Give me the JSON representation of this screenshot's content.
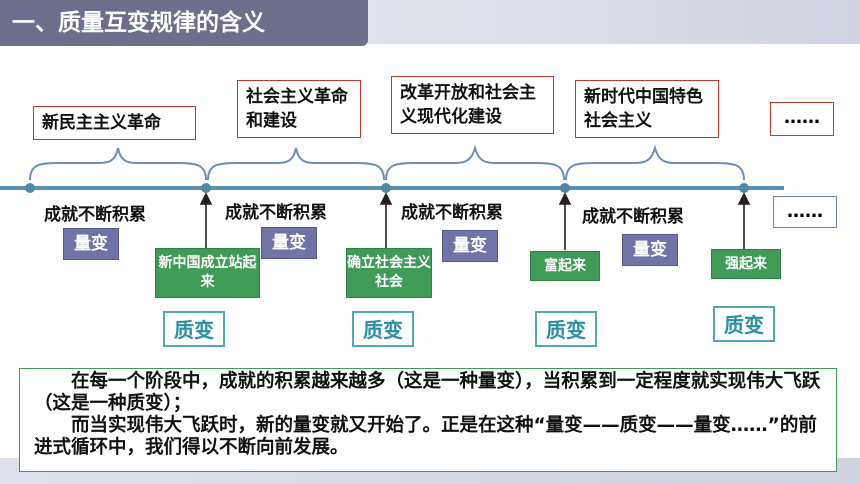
{
  "header": {
    "title": "一、质量互变规律的含义"
  },
  "stages": [
    {
      "text": "新民主主义革命"
    },
    {
      "text": "社会主义革命和建设"
    },
    {
      "text": "改革开放和社会主义现代化建设"
    },
    {
      "text": "新时代中国特色社会主义"
    },
    {
      "text": "……"
    }
  ],
  "accumulation": [
    {
      "text": "成就不断积累"
    },
    {
      "text": "成就不断积累"
    },
    {
      "text": "成就不断积累"
    },
    {
      "text": "成就不断积累"
    }
  ],
  "quantitative": [
    {
      "text": "量变"
    },
    {
      "text": "量变"
    },
    {
      "text": "量变"
    },
    {
      "text": "量变"
    }
  ],
  "events": [
    {
      "text": "新中国成立站起来"
    },
    {
      "text": "确立社会主义社会"
    },
    {
      "text": "富起来"
    },
    {
      "text": "强起来"
    }
  ],
  "qualitative": [
    {
      "text": "质变"
    },
    {
      "text": "质变"
    },
    {
      "text": "质变"
    },
    {
      "text": "质变"
    }
  ],
  "more_right": "……",
  "summary": {
    "line1": "在每一个阶段中，成就的积累越来越多（这是一种量变），当积累到一定程度就实现伟大飞跃（这是一种质变）；",
    "line2": "而当实现伟大飞跃时，新的量变就又开始了。正是在这种“量变——质变——量变……”的前进式循环中，我们得以不断向前发展。"
  },
  "colors": {
    "title_bg": "#6b6f8c",
    "stage_border": "#c0392b",
    "qty_bg": "#6f73a6",
    "event_bg": "#3f9b57",
    "qual_text": "#2a8fa0",
    "timeline": "#5b8fb0"
  }
}
